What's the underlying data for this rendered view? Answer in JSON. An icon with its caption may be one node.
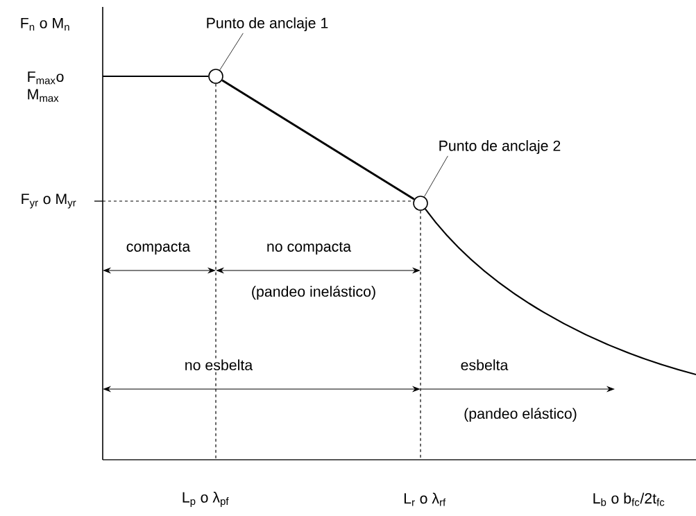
{
  "diagram": {
    "nodes": [
      {
        "text": [
          "Punto de anclaje 1"
        ]
      },
      {
        "text": [],
        "shape": "circle"
      },
      {
        "text": [
          "Punto de anclaje 2"
        ]
      },
      {
        "text": [],
        "shape": "circle"
      }
    ],
    "edges": [
      {
        "from": 0,
        "to": 1,
        "arrow": "none"
      },
      {
        "from": 2,
        "to": 3,
        "arrow": "none"
      },
      {
        "from": 1,
        "to": 3,
        "arrow": "none",
        "style": "thick"
      }
    ],
    "labels": [
      "F$_{n}$ o M$_{n}$",
      "F$_{max}$o M$_{max}$",
      "F$_{yr}$ o M$_{yr}$",
      "compacta",
      "no compacta",
      "(pandeo inelástico)",
      "no esbelta",
      "esbelta",
      "(pandeo elástico)",
      "L$_{p}$ o λ$_{pf}$",
      "L$_{r}$ o λ$_{rf}$",
      "L$_{b}$ o b$_{fc}$/2t$_{fc}$"
    ]
  }
}
